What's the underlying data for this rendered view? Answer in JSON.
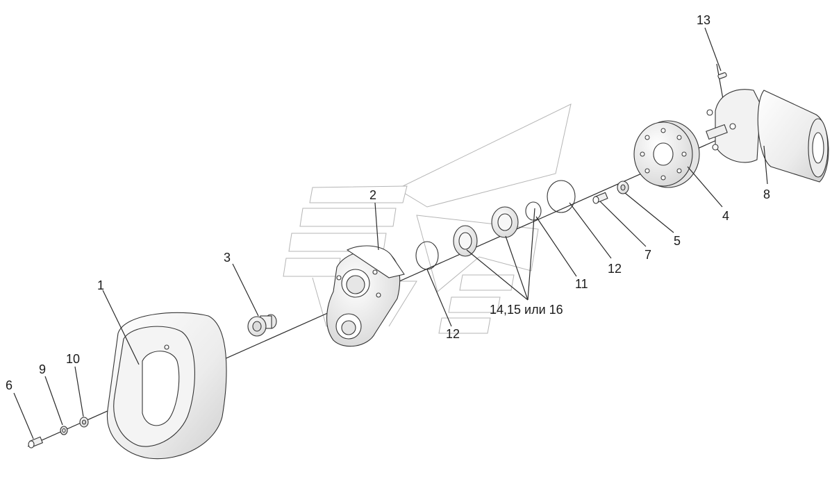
{
  "callouts": {
    "c1": "1",
    "c2": "2",
    "c3": "3",
    "c4": "4",
    "c5": "5",
    "c6": "6",
    "c7": "7",
    "c8": "8",
    "c9": "9",
    "c10": "10",
    "c11": "11",
    "c12a": "12",
    "c12b": "12",
    "c13": "13",
    "c14": "14,15 или 16"
  }
}
